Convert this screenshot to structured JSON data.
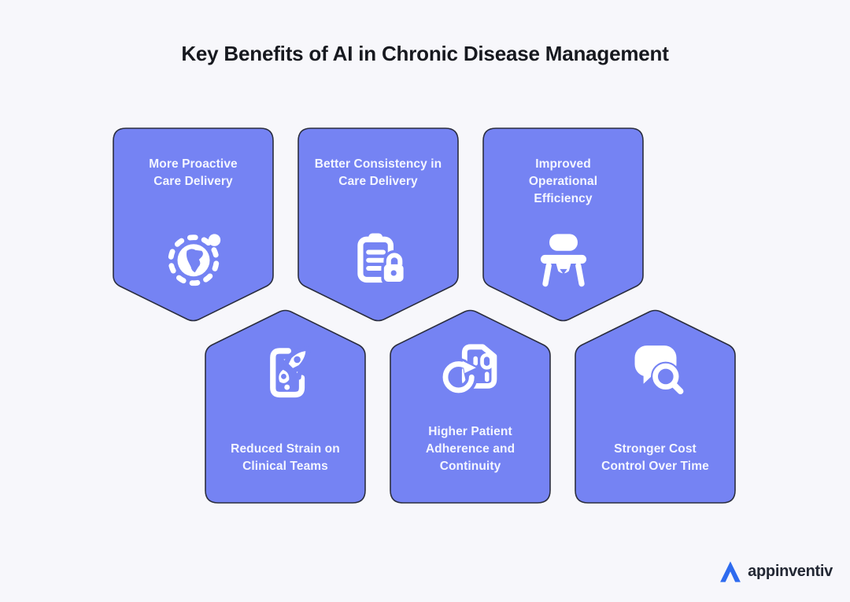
{
  "page": {
    "title": "Key Benefits of AI in Chronic Disease Management"
  },
  "theme": {
    "background": "#F7F7FB",
    "card_fill": "#7583F3",
    "card_border": "#2B2E3F",
    "card_text_color": "#F4F6FF",
    "title_color": "#17191F",
    "logo_blue": "#2E6BEF",
    "logo_text_color": "#232834"
  },
  "cards": [
    {
      "icon": "globe-dotted-icon",
      "direction": "down",
      "lines": [
        "More Proactive",
        "Care Delivery"
      ]
    },
    {
      "icon": "clipboard-lock-icon",
      "direction": "down",
      "lines": [
        "Better Consistency in",
        "Care Delivery"
      ]
    },
    {
      "icon": "workstation-chair-icon",
      "direction": "down",
      "lines": [
        "Improved",
        "Operational",
        "Efficiency"
      ]
    },
    {
      "icon": "phone-rocket-icon",
      "direction": "up",
      "lines": [
        "Reduced Strain on",
        "Clinical Teams"
      ]
    },
    {
      "icon": "record-sync-icon",
      "direction": "up",
      "lines": [
        "Higher Patient",
        "Adherence and",
        "Continuity"
      ]
    },
    {
      "icon": "chat-search-icon",
      "direction": "up",
      "lines": [
        "Stronger Cost",
        "Control Over Time"
      ]
    }
  ],
  "footer": {
    "logo_text": "appinventiv"
  }
}
